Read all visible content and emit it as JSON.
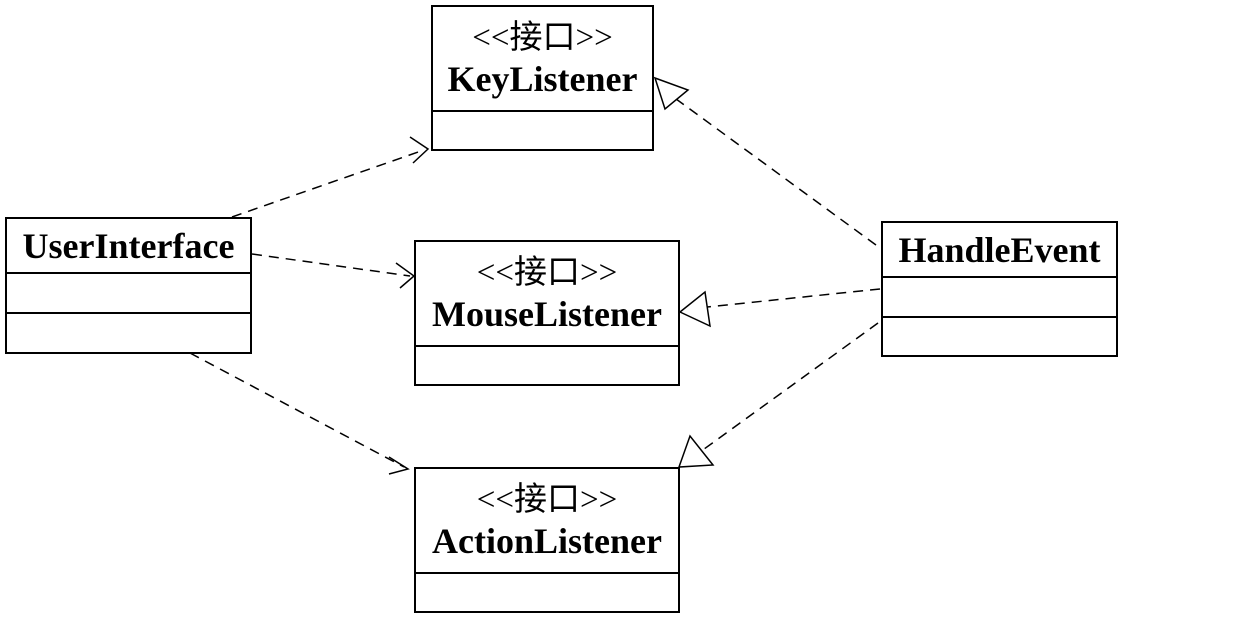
{
  "diagram": {
    "classes": {
      "key_listener": {
        "stereotype": "<<接口>>",
        "name": "KeyListener"
      },
      "mouse_listener": {
        "stereotype": "<<接口>>",
        "name": "MouseListener"
      },
      "action_listener": {
        "stereotype": "<<接口>>",
        "name": "ActionListener"
      },
      "user_interface": {
        "name": "UserInterface"
      },
      "handle_event": {
        "name": "HandleEvent"
      }
    },
    "relationships": [
      {
        "from": "UserInterface",
        "to": "KeyListener",
        "kind": "dependency"
      },
      {
        "from": "UserInterface",
        "to": "MouseListener",
        "kind": "dependency"
      },
      {
        "from": "UserInterface",
        "to": "ActionListener",
        "kind": "dependency"
      },
      {
        "from": "HandleEvent",
        "to": "KeyListener",
        "kind": "realization"
      },
      {
        "from": "HandleEvent",
        "to": "MouseListener",
        "kind": "realization"
      },
      {
        "from": "HandleEvent",
        "to": "ActionListener",
        "kind": "realization"
      }
    ]
  }
}
